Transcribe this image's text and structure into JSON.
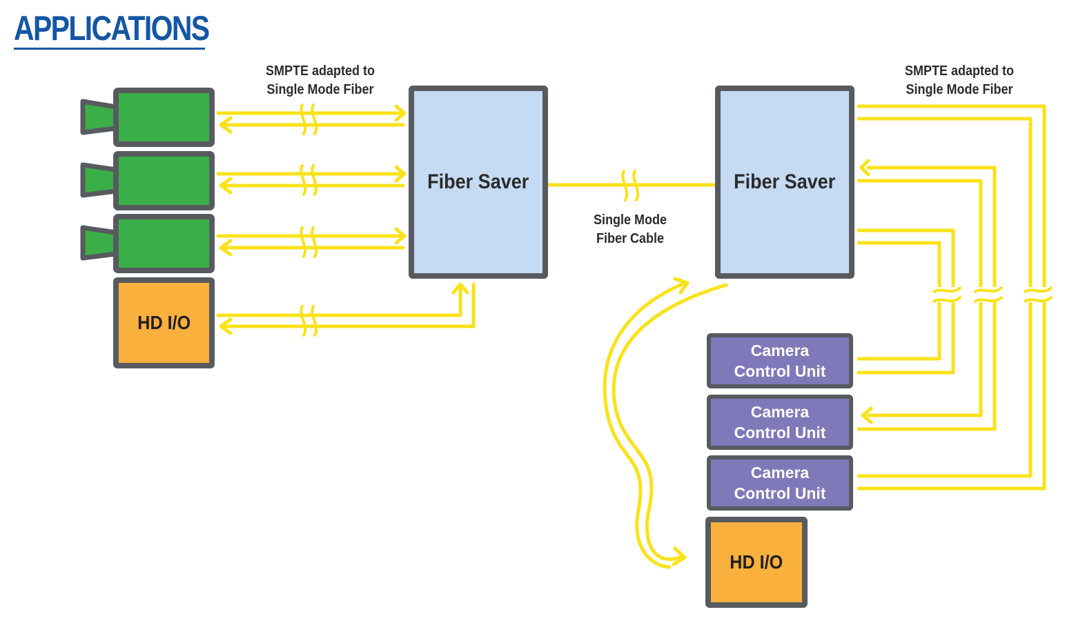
{
  "title": "APPLICATIONS",
  "labels": {
    "left_fiber": "SMPTE adapted to\nSingle Mode Fiber",
    "right_fiber": "SMPTE adapted to\nSingle Mode Fiber",
    "link_cable": "Single Mode\nFiber Cable"
  },
  "fiber_saver_left": "Fiber Saver",
  "fiber_saver_right": "Fiber Saver",
  "hd_io_left": "HD I/O",
  "hd_io_right": "HD I/O",
  "ccu": [
    {
      "line1": "Camera",
      "line2": "Control Unit"
    },
    {
      "line1": "Camera",
      "line2": "Control Unit"
    },
    {
      "line1": "Camera",
      "line2": "Control Unit"
    }
  ],
  "colors": {
    "title": "#1456a5",
    "fiber": "#f9e21a",
    "camera": "#3aaf48",
    "hd_io": "#f9b03c",
    "fiber_saver": "#c5daf3",
    "ccu": "#7f78b9",
    "border": "#575a5f"
  }
}
